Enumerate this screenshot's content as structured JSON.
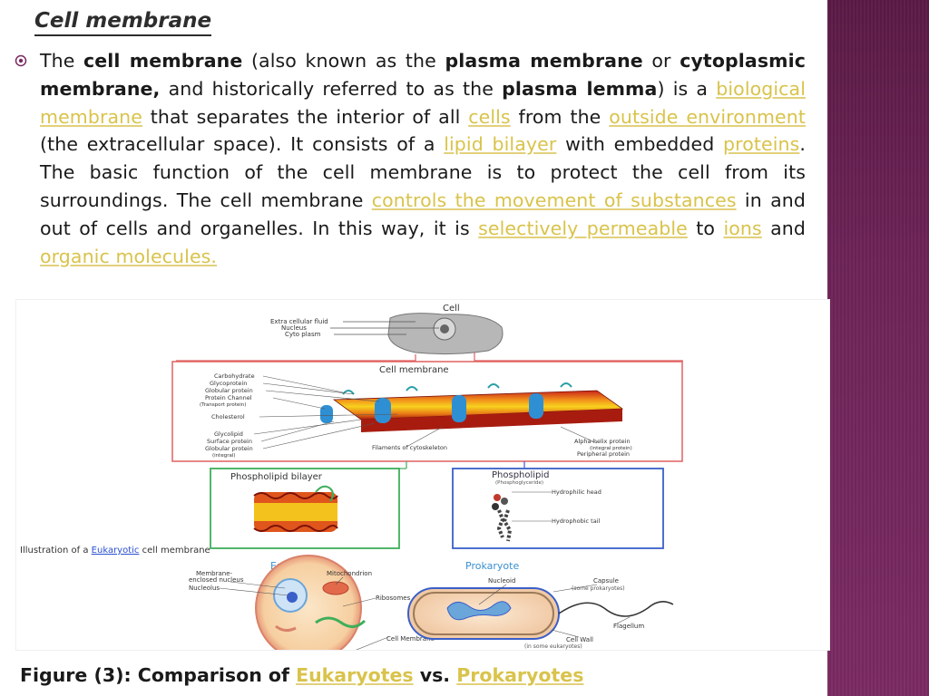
{
  "slide": {
    "title": "Cell membrane",
    "paragraph": {
      "t1": "The ",
      "b1": "cell membrane",
      "t2": " (also known as the ",
      "b2": "plasma membrane",
      "t3": " or ",
      "b3": "cytoplasmic membrane,",
      "t4": " and historically referred to as the ",
      "b4": "plasma lemma",
      "t5": ") is a ",
      "l1": "biological membrane",
      "t6": " that separates the interior of all ",
      "l2": "cells",
      "t7": " from the ",
      "l3": "outside environment",
      "t8": " (the extracellular space). It consists of a ",
      "l4": "lipid bilayer",
      "t9": " with embedded ",
      "l5": "proteins",
      "t10": ". The basic function of the cell membrane is to protect the cell from its surroundings. The cell membrane ",
      "l6": "controls the movement of substances",
      "t11": " in and out of cells and organelles. In this way, it is ",
      "l7": "selectively permeable",
      "t12": " to ",
      "l8": "ions",
      "t13": " and ",
      "l9": "organic molecules."
    },
    "caption": {
      "prefix": "Figure (3): Comparison of ",
      "link1": "Eukaryotes",
      "mid": " vs. ",
      "link2": "Prokaryotes"
    }
  },
  "figure": {
    "cell": {
      "title": "Cell",
      "labels": [
        "Extra cellular fluid",
        "Nucleus",
        "Cyto plasm"
      ]
    },
    "membrane": {
      "title": "Cell membrane",
      "left_labels": [
        "Carbohydrate",
        "Glycoprotein",
        "Globular protein",
        "Protein Channel",
        "(Transport protein)",
        "Cholesterol",
        "Glycolipid",
        "Surface protein",
        "Globular protein",
        "(integral)"
      ],
      "bottom_label": "Filaments of cytoskeleton",
      "right_labels": [
        "Alpha-helix protein",
        "(integral protein)",
        "Peripheral protein"
      ]
    },
    "bilayer": {
      "title": "Phospholipid bilayer"
    },
    "phospholipid": {
      "title": "Phospholipid",
      "subtitle": "(Phosphoglyceride)",
      "labels": [
        "Hydrophilic head",
        "Hydrophobic tail"
      ]
    },
    "illustration_caption": {
      "prefix": "Illustration of a ",
      "link": "Eukaryotic",
      "suffix": " cell membrane"
    },
    "eukaryote": {
      "title": "Eukaryote",
      "labels": [
        "Membrane-",
        "enclosed nucleus",
        "Nucleolus",
        "Mitochondrion",
        "Ribosomes",
        "Cell Membrane"
      ]
    },
    "prokaryote": {
      "title": "Prokaryote",
      "labels": [
        "Nucleoid",
        "Capsule",
        "(some prokaryotes)",
        "Flagellum",
        "Cell Wall",
        "(in some eukaryotes)"
      ]
    }
  },
  "colors": {
    "link": "#d9c34b",
    "sidebar": "#6d2357",
    "accent_red": "#e06060",
    "accent_green": "#3fae5a",
    "accent_blue": "#3a5fc8"
  }
}
